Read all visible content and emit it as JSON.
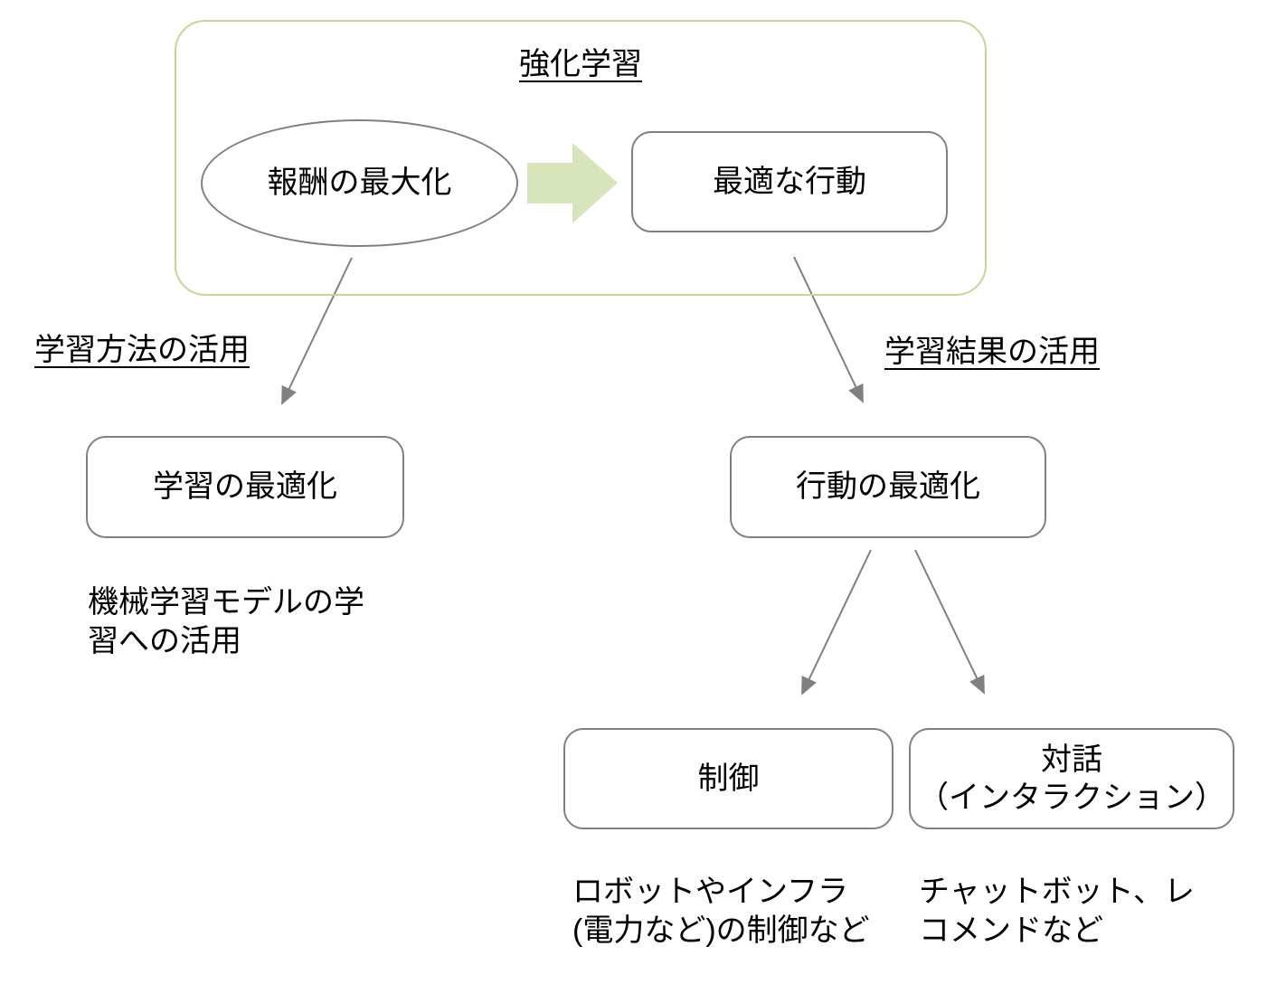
{
  "colors": {
    "green_border": "#c3d69b",
    "green_fill": "#d8e4bc",
    "gray": "#808080",
    "text": "#000000",
    "bg": "#ffffff"
  },
  "frame": {
    "title": "強化学習"
  },
  "nodes": {
    "reward": {
      "label": "報酬の最大化"
    },
    "optimal_action": {
      "label": "最適な行動"
    },
    "learning_opt": {
      "label": "学習の最適化"
    },
    "behavior_opt": {
      "label": "行動の最適化"
    },
    "control": {
      "label": "制御"
    },
    "dialogue": {
      "label_line1": "対話",
      "label_line2": "（インタラクション）"
    }
  },
  "edge_labels": {
    "left": "学習方法の活用",
    "right": "学習結果の活用"
  },
  "captions": {
    "learning": {
      "line1": "機械学習モデルの学",
      "line2": "習への活用"
    },
    "control": {
      "line1": "ロボットやインフラ",
      "line2": "(電力など)の制御など"
    },
    "dialogue": {
      "line1": "チャットボット、レ",
      "line2": "コメンドなど"
    }
  },
  "icons": {
    "block_arrow": "right-block-arrow",
    "connector": "arrow-connector"
  }
}
